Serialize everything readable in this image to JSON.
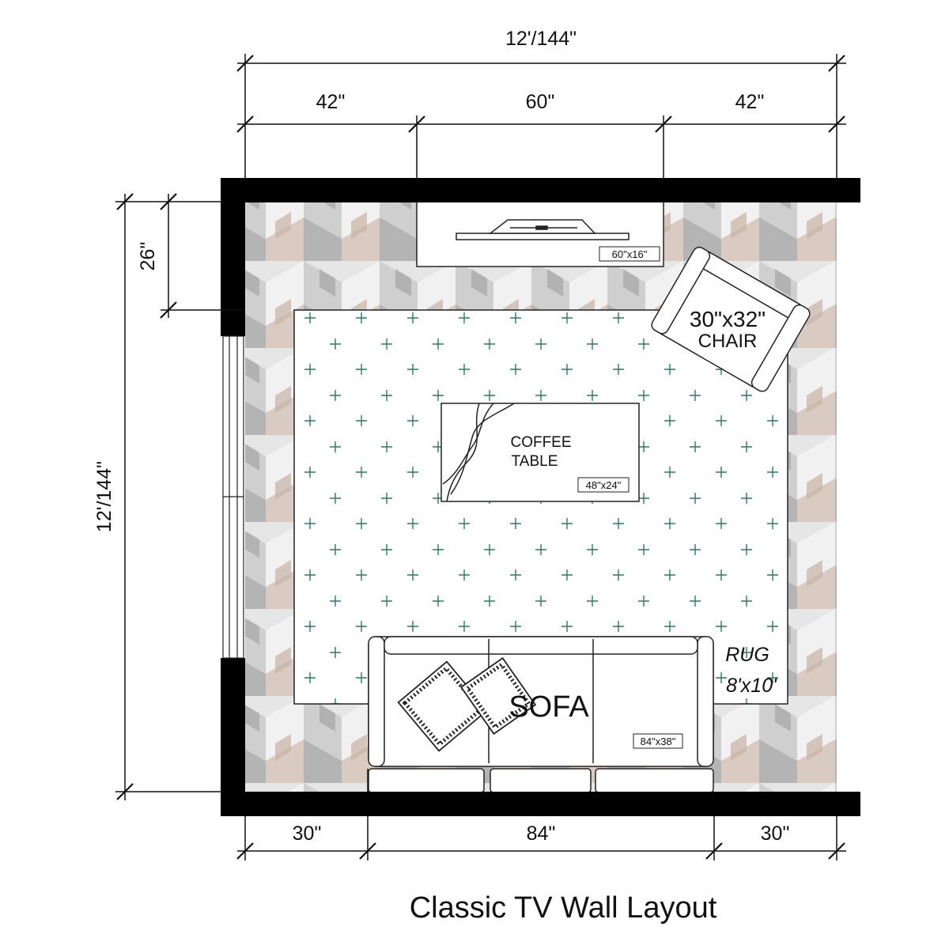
{
  "diagram": {
    "title": "Classic TV Wall Layout",
    "dimensions": {
      "top_total": "12'/144\"",
      "top_left": "42\"",
      "top_center": "60\"",
      "top_right": "42\"",
      "left_total": "12'/144\"",
      "left_offset": "26\"",
      "bottom_left": "30\"",
      "bottom_center": "84\"",
      "bottom_right": "30\""
    },
    "furniture": {
      "tv": {
        "size_tag": "60\"x16\""
      },
      "chair": {
        "size": "30\"x32\"",
        "name": "CHAIR"
      },
      "coffee_table": {
        "line1": "COFFEE",
        "line2": "TABLE",
        "size_tag": "48\"x24\""
      },
      "rug": {
        "name": "RUG",
        "size": "8'x10'"
      },
      "sofa": {
        "name": "SOFA",
        "size_tag": "84\"x38\""
      }
    },
    "colors": {
      "wall": "#000000",
      "floor_light": "#e4e4e4",
      "floor_dark": "#a8a8a8",
      "floor_tan": "#c9b8ac",
      "rug_cross": "#2e7a5a"
    }
  }
}
